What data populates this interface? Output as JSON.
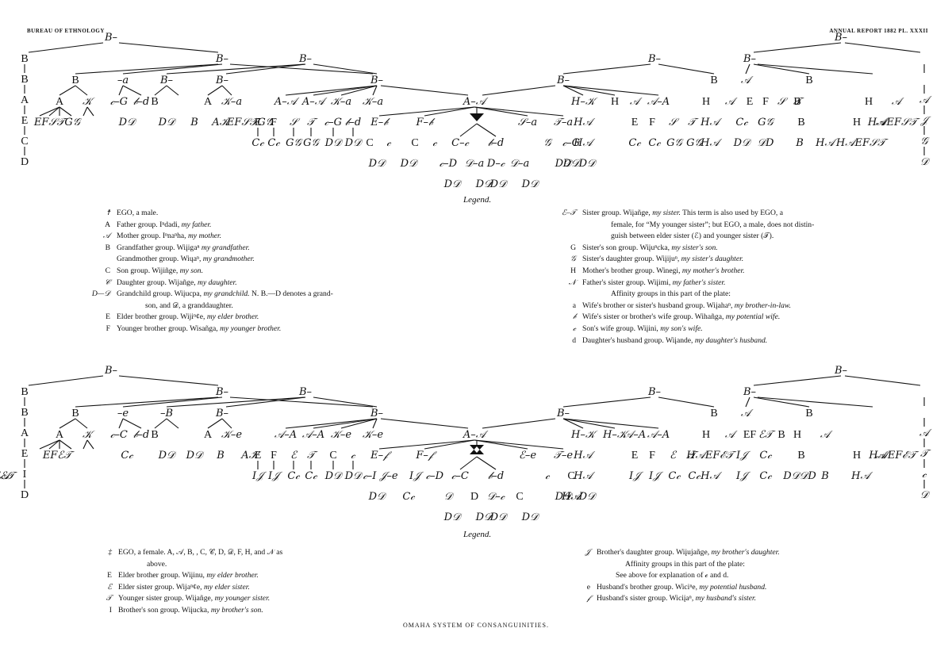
{
  "header": {
    "left": "BUREAU OF ETHNOLOGY",
    "right": "ANNUAL REPORT 1882   PL. XXXII"
  },
  "caption": "OMAHA SYSTEM OF CONSANGUINITIES.",
  "upper_tree": {
    "left_column": [
      "B",
      "B",
      "A",
      "E",
      "C",
      "D"
    ],
    "right_column": [
      "𝒝",
      "𝒝",
      "𝒜",
      "𝒥",
      "𝒢",
      "𝒟"
    ],
    "nodes": {
      "root_left": "B–𝒝",
      "root_right": "B–𝒝",
      "l2a": "B–𝒝",
      "l2b": "B–𝒝",
      "r2a": "B–𝒝",
      "r2b": "B–𝒝",
      "l3": [
        "B",
        "𝒝–a",
        "B–𝒝",
        "B–𝒝"
      ],
      "l4": [
        "A",
        "𝒦",
        "𝒸–G",
        "𝒷–d",
        "B",
        "𝒝",
        "A",
        "𝒦–a"
      ],
      "l5": [
        "EF𝒮𝒯G𝒢",
        "D𝒟",
        "D𝒟",
        "B𝒝",
        "A𝒦",
        "EF𝒮𝒯G𝒢"
      ],
      "center_parent": "B–𝒝",
      "center_children": [
        "A–𝒜",
        "A–𝒜",
        "𝒦–a",
        "𝒦–a"
      ],
      "ego_parents": "A–𝒜",
      "ego_row": [
        "E–𝒷",
        "F–𝒷",
        "C–𝒸",
        "𝒷–d",
        "𝒮–a",
        "𝒯–a"
      ],
      "left_sub": [
        "E",
        "F",
        "𝒮",
        "𝒯",
        "𝒸–G",
        "𝒷–d"
      ],
      "left_sub_children": [
        "C𝒸",
        "C𝒸",
        "G𝒢",
        "G𝒢",
        "D𝒟",
        "D𝒟"
      ],
      "ego_grandchildren": [
        "C",
        "𝒸",
        "C",
        "𝒸",
        "𝒸–D",
        "𝒟–a",
        "D–𝒸",
        "𝒟–a",
        "𝒢",
        "𝒸–G",
        "G",
        "𝒢–d"
      ],
      "ego_great": [
        "D𝒟",
        "D𝒟",
        "D𝒟",
        "D𝒟",
        "D𝒟",
        "D𝒟",
        "D𝒟",
        "D𝒟",
        "D𝒟",
        "H𝒜"
      ],
      "right_r3": [
        "B–𝒝",
        "B",
        "𝒜",
        "B",
        "𝒝"
      ],
      "right_r4": [
        "H–𝒦",
        "H",
        "𝒜",
        "𝒜–A",
        "H",
        "𝒜",
        "E",
        "F",
        "𝒮",
        "𝒯",
        "B",
        "𝒝",
        "H",
        "𝒜"
      ],
      "right_r5": [
        "H𝒜",
        "E",
        "F",
        "𝒮",
        "𝒯",
        "H𝒜",
        "C𝒸",
        "G𝒢",
        "B",
        "𝒝",
        "H",
        "𝒜",
        "H𝒜EF𝒮𝒯"
      ],
      "right_r6": [
        "H𝒜",
        "C𝒸",
        "C𝒸",
        "G𝒢",
        "G𝒢",
        "H𝒜",
        "D𝒟",
        "𝒟D",
        "B𝒝",
        "H𝒜",
        "H𝒜EF𝒮𝒯"
      ]
    }
  },
  "lower_tree": {
    "left_column": [
      "B",
      "B",
      "A",
      "E",
      "I",
      "D"
    ],
    "right_column": [
      "𝒝",
      "𝒝",
      "𝒜",
      "𝒯",
      "𝒸",
      "𝒟"
    ],
    "nodes": {
      "root_left": "B–𝒝",
      "root_right": "B–𝒝",
      "l2a": "B–𝒝",
      "l2b": "B–𝒝",
      "r2a": "B–𝒝",
      "r2b": "B–𝒝",
      "l3": [
        "B",
        "𝒝–e",
        "𝒝–B",
        "B–𝒝"
      ],
      "l4": [
        "A",
        "𝒦",
        "𝒸–C",
        "𝒷–d",
        "B",
        "𝒝",
        "A",
        "𝒦–e"
      ],
      "l5": [
        "EFℰ𝒯",
        "C𝒸",
        "D𝒟",
        "D𝒟",
        "B𝒝",
        "A𝒦",
        "EFℰ𝒯",
        "C𝒸"
      ],
      "center_parent": "B–𝒝",
      "center_children": [
        "𝒜–A",
        "𝒜–A",
        "𝒦–e",
        "𝒦–e"
      ],
      "ego_parents": "A–𝒜",
      "ego_row": [
        "E–𝒻",
        "F–𝒻",
        "𝒸–C",
        "𝒷–d",
        "ℰ–e",
        "𝒯–e"
      ],
      "left_sub": [
        "E",
        "F",
        "ℰ",
        "𝒯",
        "C",
        "𝒸"
      ],
      "left_sub_children": [
        "I𝒥",
        "I𝒥",
        "C𝒸",
        "C𝒸",
        "D𝒟",
        "D𝒟"
      ],
      "ego_grandchildren": [
        "𝒸–I",
        "𝒥–e",
        "I𝒥",
        "𝒸–D",
        "𝒟",
        "D",
        "𝒟–𝒸",
        "C",
        "𝒸",
        "C",
        "𝒸"
      ],
      "ego_great": [
        "D𝒟",
        "C𝒸",
        "D𝒟",
        "D𝒟",
        "D𝒟",
        "D𝒟",
        "D𝒟",
        "D𝒟",
        "H𝒜"
      ],
      "right_r3": [
        "B–𝒝",
        "B",
        "𝒜",
        "B",
        "𝒝"
      ],
      "right_r4": [
        "H–𝒦",
        "H–𝒦",
        "𝒜–A",
        "𝒜–A",
        "H",
        "𝒜",
        "EF",
        "ℰ𝒯",
        "B",
        "𝒝",
        "H",
        "𝒜"
      ],
      "right_r5": [
        "H𝒜",
        "E",
        "F",
        "ℰ",
        "𝒯",
        "H𝒜EFℰ𝒯",
        "I𝒥",
        "C𝒸",
        "B",
        "𝒝",
        "H",
        "𝒜",
        "H𝒜EFℰ𝒯"
      ],
      "right_r6": [
        "H𝒜",
        "I𝒥",
        "I𝒥",
        "C𝒸",
        "C𝒸",
        "H𝒜",
        "I𝒥",
        "C𝒸",
        "D𝒟𝒟D",
        "B𝒝",
        "H𝒜",
        "H𝒜",
        "EFℰ𝒯"
      ],
      "right_r7": [
        "H𝒜"
      ]
    }
  },
  "legend_male": {
    "title": "Legend.",
    "left": [
      {
        "sym": "☨",
        "text": "EGO, a male.",
        "term": "",
        "gloss": ""
      },
      {
        "sym": "A",
        "text": "Father group.",
        "term": "Iⁿdadi,",
        "gloss": "my father."
      },
      {
        "sym": "𝒜",
        "text": "Mother group.",
        "term": "Iⁿnaⁿha,",
        "gloss": "my mother."
      },
      {
        "sym": "B",
        "text": "Grandfather group.",
        "term": "Wiįigaⁿ",
        "gloss": "my grandfather."
      },
      {
        "sym": "𝒝",
        "text": "Grandmother group.",
        "term": "Wiųaⁿ,",
        "gloss": "my grandmother."
      },
      {
        "sym": "C",
        "text": "Son group.",
        "term": "Wijiñge,",
        "gloss": "my son."
      },
      {
        "sym": "𝒞",
        "text": "Daughter group.",
        "term": "Wijañge,",
        "gloss": "my daughter."
      },
      {
        "sym": "D—𝒟",
        "text": "Grandchild group.",
        "term": "Wiįucpa,",
        "gloss": "my grandchild.",
        "note": "N. B.—D denotes a grand-",
        "cont": "son, and 𝒟, a granddaughter."
      },
      {
        "sym": "E",
        "text": "Elder brother group.",
        "term": "Wijiⁿȼe,",
        "gloss": "my elder brother."
      },
      {
        "sym": "F",
        "text": "Younger brother group.",
        "term": "Wisañga,",
        "gloss": "my younger brother."
      }
    ],
    "right": [
      {
        "sym": "ℰ–𝒯",
        "text": "Sister group.",
        "term": "Wiįañge,",
        "gloss": "my sister.",
        "note": "This term is also used by EGO, a",
        "cont": "female, for “My younger sister”; but EGO, a male, does not distin-",
        "cont2": "guish between elder sister (ℰ) and younger sister (𝒯)."
      },
      {
        "sym": "G",
        "text": "Sister's son group.",
        "term": "Wiįuⁿcka,",
        "gloss": "my sister's son."
      },
      {
        "sym": "𝒢",
        "text": "Sister's daughter group.",
        "term": "Wiįijuⁿ,",
        "gloss": "my sister's daughter."
      },
      {
        "sym": "H",
        "text": "Mother's brother group.",
        "term": "Winegi,",
        "gloss": "my mother's brother."
      },
      {
        "sym": "𝒩",
        "text": "Father's sister group.",
        "term": "Wiįimi,",
        "gloss": "my father's sister."
      }
    ],
    "affinity_title": "Affinity groups in this part of the plate:",
    "affinity": [
      {
        "sym": "a",
        "text": "Wife's brother or sister's husband group.",
        "term": "Wiįahaⁿ,",
        "gloss": "my brother-in-law."
      },
      {
        "sym": "𝒷",
        "text": "Wife's sister or brother's wife group.",
        "term": "Wihañga,",
        "gloss": "my potential wife."
      },
      {
        "sym": "𝒸",
        "text": "Son's wife group.",
        "term": "Wiįini,",
        "gloss": "my son's wife."
      },
      {
        "sym": "d",
        "text": "Daughter's husband group.",
        "term": "Wiįande,",
        "gloss": "my daughter's husband."
      }
    ]
  },
  "legend_female": {
    "title": "Legend.",
    "left": [
      {
        "sym": "‡",
        "text": "EGO, a female.  A, 𝒜, B, 𝒝, C, 𝒞, D, 𝒟, F, H, and 𝒩 as",
        "term": "",
        "gloss": "",
        "cont": "above."
      },
      {
        "sym": "E",
        "text": "Elder brother group.",
        "term": "Wiįinu,",
        "gloss": "my elder brother."
      },
      {
        "sym": "ℰ",
        "text": "Elder sister group.",
        "term": "Wijaⁿȼe,",
        "gloss": "my elder sister."
      },
      {
        "sym": "𝒯",
        "text": "Younger sister group.",
        "term": "Wiįañge,",
        "gloss": "my younger sister."
      },
      {
        "sym": "I",
        "text": "Brother's son group.",
        "term": "Wiįucka,",
        "gloss": "my brother's son."
      }
    ],
    "right": [
      {
        "sym": "𝒥",
        "text": "Brother's daughter group.",
        "term": "Wiįujañge,",
        "gloss": "my brother's daughter."
      }
    ],
    "affinity_title": "Affinity groups in this part of the plate:",
    "affinity_note": "See above for explanation of 𝒸 and d.",
    "affinity": [
      {
        "sym": "e",
        "text": "Husband's brother group.",
        "term": "Wiciⁿe,",
        "gloss": "my potential husband."
      },
      {
        "sym": "𝒻",
        "text": "Husband's sister group.",
        "term": "Wiciįaⁿ,",
        "gloss": "my husband's sister."
      }
    ]
  }
}
